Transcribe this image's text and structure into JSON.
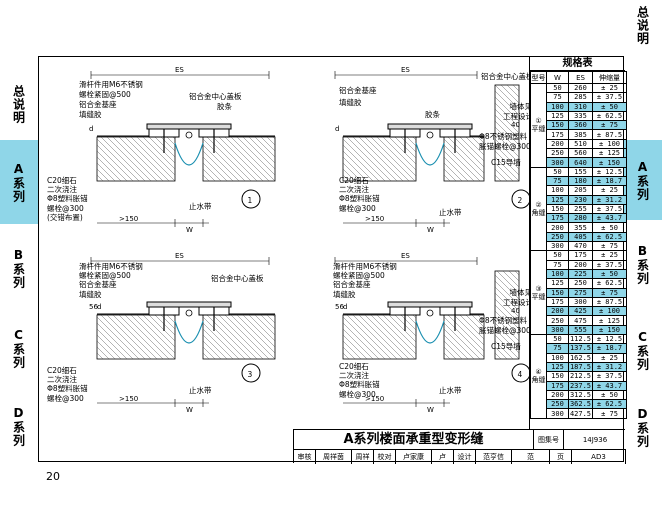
{
  "left_tabs": [
    {
      "label": "总说明",
      "active": false
    },
    {
      "label": "A系列",
      "active": true
    },
    {
      "label": "B系列",
      "active": false
    },
    {
      "label": "C系列",
      "active": false
    },
    {
      "label": "D系列",
      "active": false
    }
  ],
  "right_tabs": [
    {
      "label": "总说明",
      "active": false
    },
    {
      "label": "A系列",
      "active": true
    },
    {
      "label": "B系列",
      "active": false
    },
    {
      "label": "C系列",
      "active": false
    },
    {
      "label": "D系列",
      "active": false
    }
  ],
  "spec_table": {
    "title": "规格表",
    "headers": [
      "型号",
      "W",
      "ES",
      "伸缩量"
    ],
    "groups": [
      {
        "id": "①",
        "name": "平缝",
        "rows": [
          [
            "50",
            "260",
            "± 25"
          ],
          [
            "75",
            "285",
            "± 37.5"
          ],
          [
            "100",
            "310",
            "± 50"
          ],
          [
            "125",
            "335",
            "± 62.5"
          ],
          [
            "150",
            "360",
            "± 75"
          ],
          [
            "175",
            "385",
            "± 87.5"
          ],
          [
            "200",
            "510",
            "± 100"
          ],
          [
            "250",
            "560",
            "± 125"
          ],
          [
            "300",
            "640",
            "± 150"
          ]
        ]
      },
      {
        "id": "②",
        "name": "角缝",
        "rows": [
          [
            "50",
            "155",
            "± 12.5"
          ],
          [
            "75",
            "180",
            "± 18.7"
          ],
          [
            "100",
            "205",
            "± 25"
          ],
          [
            "125",
            "230",
            "± 31.2"
          ],
          [
            "150",
            "255",
            "± 37.5"
          ],
          [
            "175",
            "280",
            "± 43.7"
          ],
          [
            "200",
            "355",
            "± 50"
          ],
          [
            "250",
            "405",
            "± 62.5"
          ],
          [
            "300",
            "470",
            "± 75"
          ]
        ]
      },
      {
        "id": "③",
        "name": "平缝",
        "rows": [
          [
            "50",
            "175",
            "± 25"
          ],
          [
            "75",
            "200",
            "± 37.5"
          ],
          [
            "100",
            "225",
            "± 50"
          ],
          [
            "125",
            "250",
            "± 62.5"
          ],
          [
            "150",
            "275",
            "± 75"
          ],
          [
            "175",
            "300",
            "± 87.5"
          ],
          [
            "200",
            "425",
            "± 100"
          ],
          [
            "250",
            "475",
            "± 125"
          ],
          [
            "300",
            "555",
            "± 150"
          ]
        ]
      },
      {
        "id": "④",
        "name": "角缝",
        "rows": [
          [
            "50",
            "112.5",
            "± 12.5"
          ],
          [
            "75",
            "137.5",
            "± 18.7"
          ],
          [
            "100",
            "162.5",
            "± 25"
          ],
          [
            "125",
            "187.5",
            "± 31.2"
          ],
          [
            "150",
            "212.5",
            "± 37.5"
          ],
          [
            "175",
            "237.5",
            "± 43.7"
          ],
          [
            "200",
            "312.5",
            "± 50"
          ],
          [
            "250",
            "362.5",
            "± 62.5"
          ],
          [
            "300",
            "427.5",
            "± 75"
          ]
        ]
      }
    ]
  },
  "drawing": {
    "details": [
      {
        "number": "1",
        "top_dim": "ES",
        "bottom_dims": [
          ">150",
          "W"
        ],
        "labels": [
          "滑杆件用M6不锈钢",
          "螺栓紧固@500",
          "铝合金基座",
          "填缝胶",
          "铝合金中心盖板",
          "胶条",
          "C20细石",
          "二次浇注",
          "Φ8塑料胀锚",
          "螺栓@300",
          "(交错布置)",
          "止水带"
        ],
        "small": [
          "d"
        ]
      },
      {
        "number": "2",
        "top_dim": "ES",
        "bottom_dims": [
          ">150",
          "W"
        ],
        "labels": [
          "铝合金中心盖板",
          "铝合金基座",
          "填缝胶",
          "胶条",
          "墙体见",
          "工程设计",
          "Φ8不锈钢塑料",
          "胀锚螺栓@300",
          "C15导墙",
          "C20细石",
          "二次浇注",
          "Φ8塑料胀锚",
          "螺栓@300",
          "止水带"
        ],
        "small": [
          "d",
          "40"
        ]
      },
      {
        "number": "3",
        "top_dim": "ES",
        "bottom_dims": [
          ">150",
          "W"
        ],
        "labels": [
          "滑杆件用M6不锈钢",
          "螺栓紧固@500",
          "铝合金基座",
          "填缝胶",
          "铝合金中心盖板",
          "C20细石",
          "二次浇注",
          "Φ8塑料胀锚",
          "螺栓@300",
          "止水带"
        ],
        "small": [
          "56",
          "d"
        ]
      },
      {
        "number": "4",
        "top_dim": "ES",
        "bottom_dims": [
          ">150",
          "W"
        ],
        "labels": [
          "滑杆件用M6不锈钢",
          "螺栓紧固@500",
          "铝合金基座",
          "填缝胶",
          "墙体见",
          "工程设计",
          "Φ8不锈钢塑料",
          "胀锚螺栓@300",
          "C15导墙",
          "C20细石",
          "二次浇注",
          "Φ8塑料胀锚",
          "螺栓@300",
          "止水带"
        ],
        "small": [
          "56",
          "d",
          "40"
        ]
      }
    ]
  },
  "title_block": {
    "title": "A系列楼面承重型变形缝",
    "atlas_label": "图集号",
    "atlas_value": "14J936",
    "row2": [
      "审核",
      "周祥茵",
      "周祥",
      "校对",
      "卢家康",
      "卢",
      "设计",
      "范亨信",
      "范",
      "页",
      "AD3"
    ]
  },
  "page_number": "20"
}
